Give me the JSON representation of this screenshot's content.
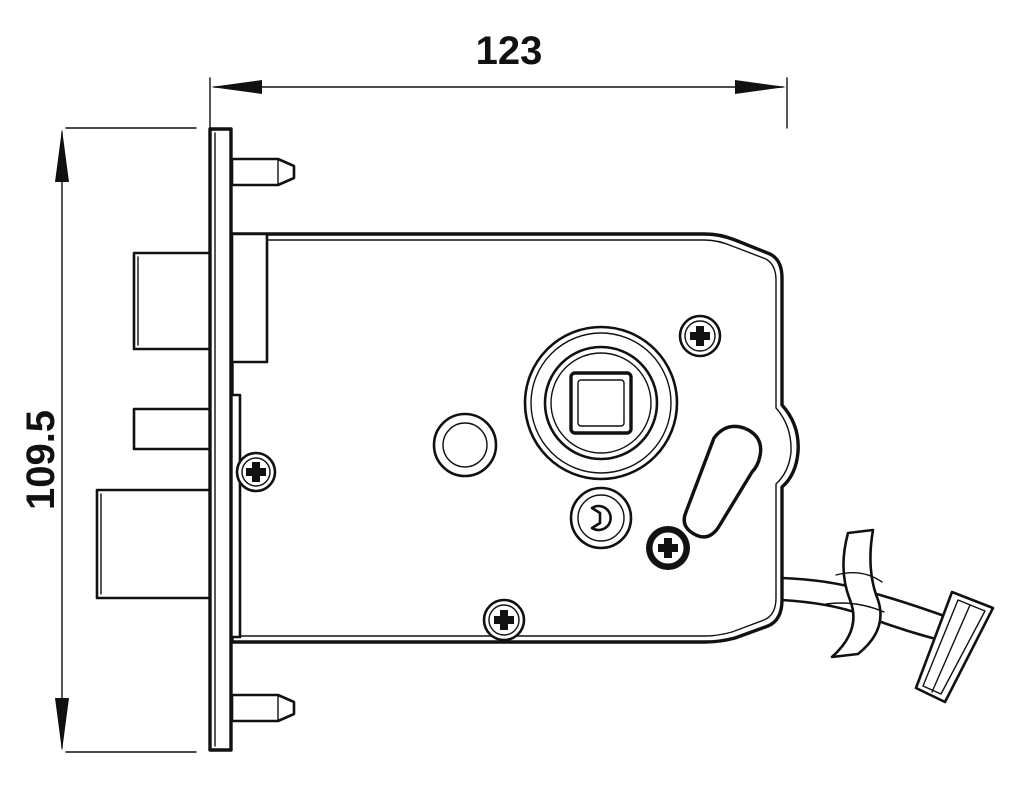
{
  "dimensions": {
    "width_label": "123",
    "height_label": "109.5"
  },
  "parts": {
    "faceplate": "faceplate",
    "lock_body": "lock-case",
    "latch_bolt": "latch-bolt",
    "dead_bolt": "dead-bolt",
    "auxiliary_latch": "auxiliary-latch",
    "spindle_hub": "square-spindle-hub",
    "cylinder_cam": "cylinder-cam",
    "keyhole": "key-slot",
    "wire_harness": "wire-harness",
    "connector": "connector-plug",
    "screws": [
      "screw-faceplate",
      "screw-top-right",
      "screw-bottom",
      "screw-black"
    ]
  },
  "colors": {
    "line": "#111111",
    "background": "#ffffff"
  }
}
